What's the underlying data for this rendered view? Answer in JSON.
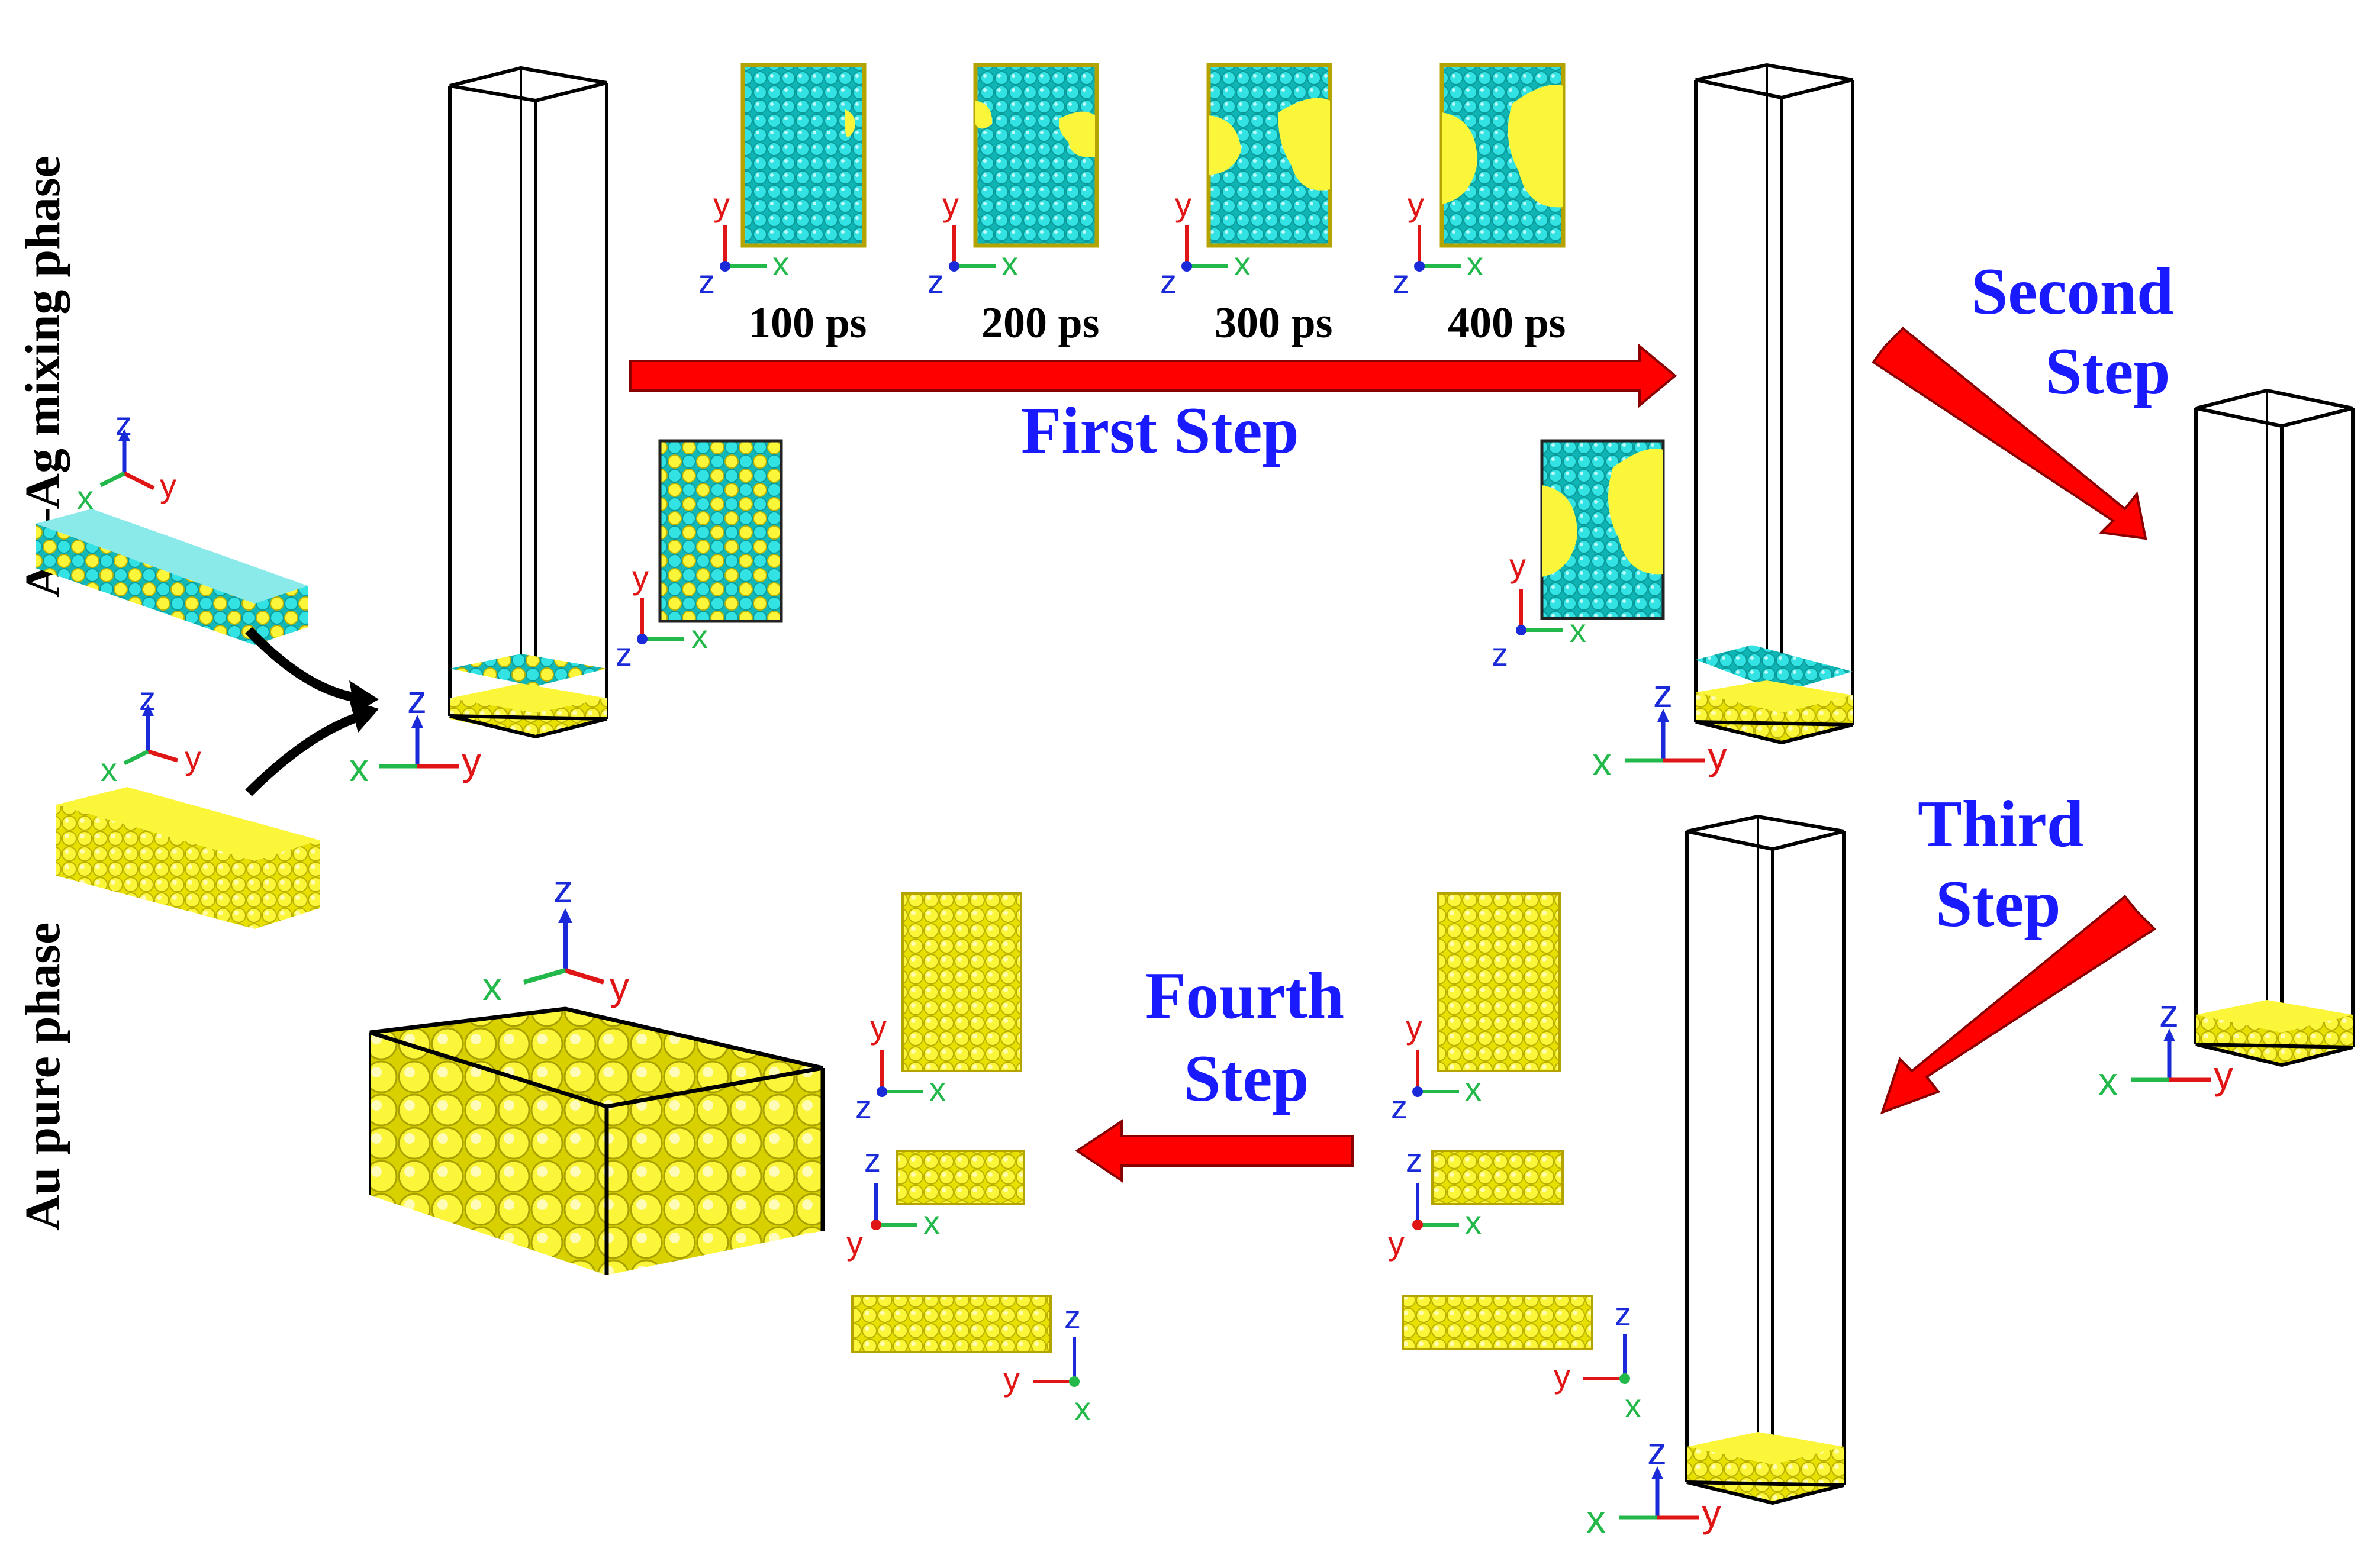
{
  "phases": {
    "mixing": "Au–Ag mixing phase",
    "pure": "Au pure phase"
  },
  "steps": {
    "first": "First Step",
    "second": [
      "Second",
      "Step"
    ],
    "third": [
      "Third",
      "Step"
    ],
    "fourth": [
      "Fourth",
      "Step"
    ]
  },
  "times": [
    "100 ps",
    "200 ps",
    "300 ps",
    "400 ps"
  ],
  "axes": {
    "x": "x",
    "y": "y",
    "z": "z"
  },
  "colors": {
    "gold": "#f4f000",
    "cyan": "#22d6d6",
    "arrow": "#ff0000",
    "step_text": "#1a1aff",
    "axis_x": "#22b84a",
    "axis_y": "#e01515",
    "axis_z": "#1a2ad8"
  }
}
